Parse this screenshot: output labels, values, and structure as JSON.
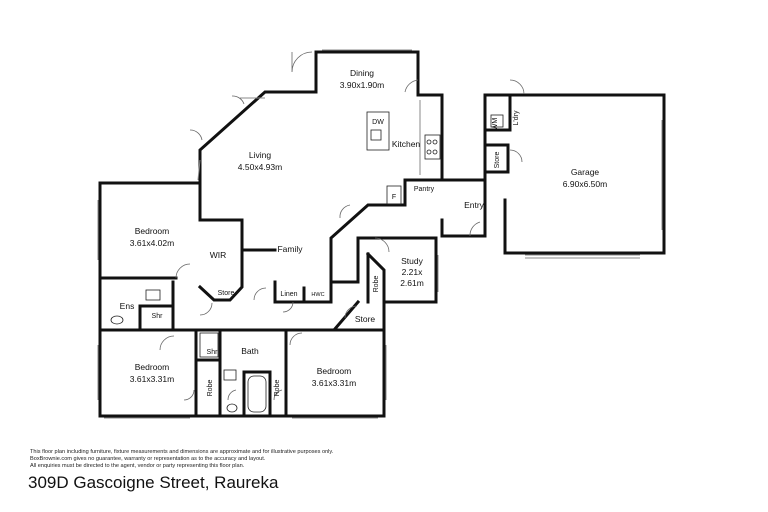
{
  "rooms": {
    "dining": {
      "name": "Dining",
      "dims": "3.90x1.90m"
    },
    "living": {
      "name": "Living",
      "dims": "4.50x4.93m"
    },
    "kitchen": {
      "name": "Kitchen"
    },
    "dw": "DW",
    "pantry": "Pantry",
    "fridge": "F",
    "garage": {
      "name": "Garage",
      "dims": "6.90x6.50m"
    },
    "ldry": "L'dry",
    "wm": "WM",
    "garage_store": "Store",
    "entry": "Entry",
    "bedroom1": {
      "name": "Bedroom",
      "dims": "3.61x4.02m"
    },
    "wir": "WIR",
    "family": "Family",
    "store_wir": "Store",
    "linen": "Linen",
    "hwc": "HWC",
    "study": {
      "name": "Study",
      "dims_line1": "2.21x",
      "dims_line2": "2.61m"
    },
    "study_robe": "Robe",
    "hall_store": "Store",
    "ens": "Ens",
    "ens_shr": "Shr",
    "bedroom2": {
      "name": "Bedroom",
      "dims": "3.61x3.31m"
    },
    "robe_left": "Robe",
    "shr": "Shr",
    "bath": "Bath",
    "robe_right": "Robe",
    "bedroom3": {
      "name": "Bedroom",
      "dims": "3.61x3.31m"
    }
  },
  "disclaimer": {
    "line1": "This floor plan including furniture, fixture measurements and dimensions are approximate and for illustrative purposes only.",
    "line2": "BoxBrownie.com gives no guarantee, warranty or representation as to the accuracy and layout.",
    "line3": "All enquiries must be directed to the agent, vendor or party representing this floor plan."
  },
  "address": "309D Gascoigne Street, Raureka",
  "colors": {
    "wall": "#111111",
    "window": "#8a8a8a",
    "background": "#ffffff"
  }
}
